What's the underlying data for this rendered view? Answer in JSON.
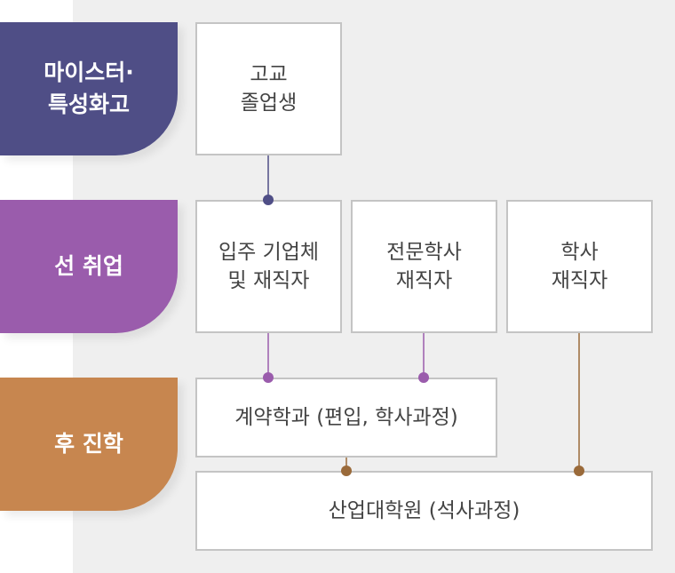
{
  "stages": [
    {
      "id": "meister",
      "lines": [
        "마이스터·",
        "특성화고"
      ],
      "color": "#4f4e86"
    },
    {
      "id": "employment",
      "lines": [
        "선 취업"
      ],
      "color": "#9a5cac"
    },
    {
      "id": "study",
      "lines": [
        "후 진학"
      ],
      "color": "#c7864f"
    }
  ],
  "boxes": {
    "graduate": [
      "고교",
      "졸업생"
    ],
    "company": [
      "입주 기업체",
      "및 재직자"
    ],
    "associate": [
      "전문학사",
      "재직자"
    ],
    "bachelor": [
      "학사",
      "재직자"
    ],
    "contract": [
      "계약학과 (편입, 학사과정)"
    ],
    "graduate_school": [
      "산업대학원 (석사과정)"
    ]
  },
  "connector_colors": {
    "navy": "#4f4e86",
    "purple": "#9a5cac",
    "brown": "#9a6a3a"
  }
}
